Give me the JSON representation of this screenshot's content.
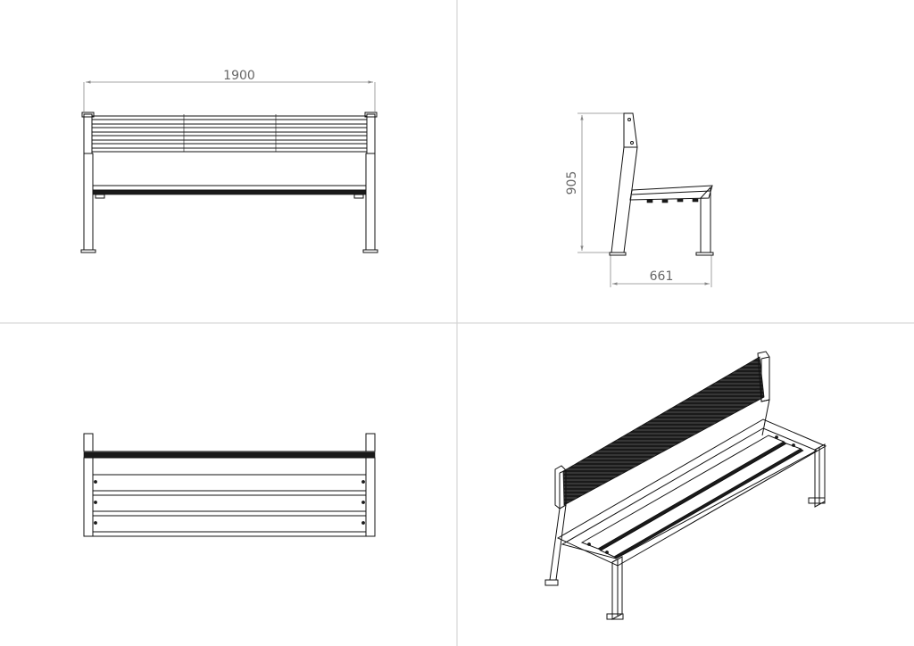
{
  "drawing": {
    "dimensions": {
      "length": "1900",
      "height": "905",
      "depth": "661"
    }
  }
}
